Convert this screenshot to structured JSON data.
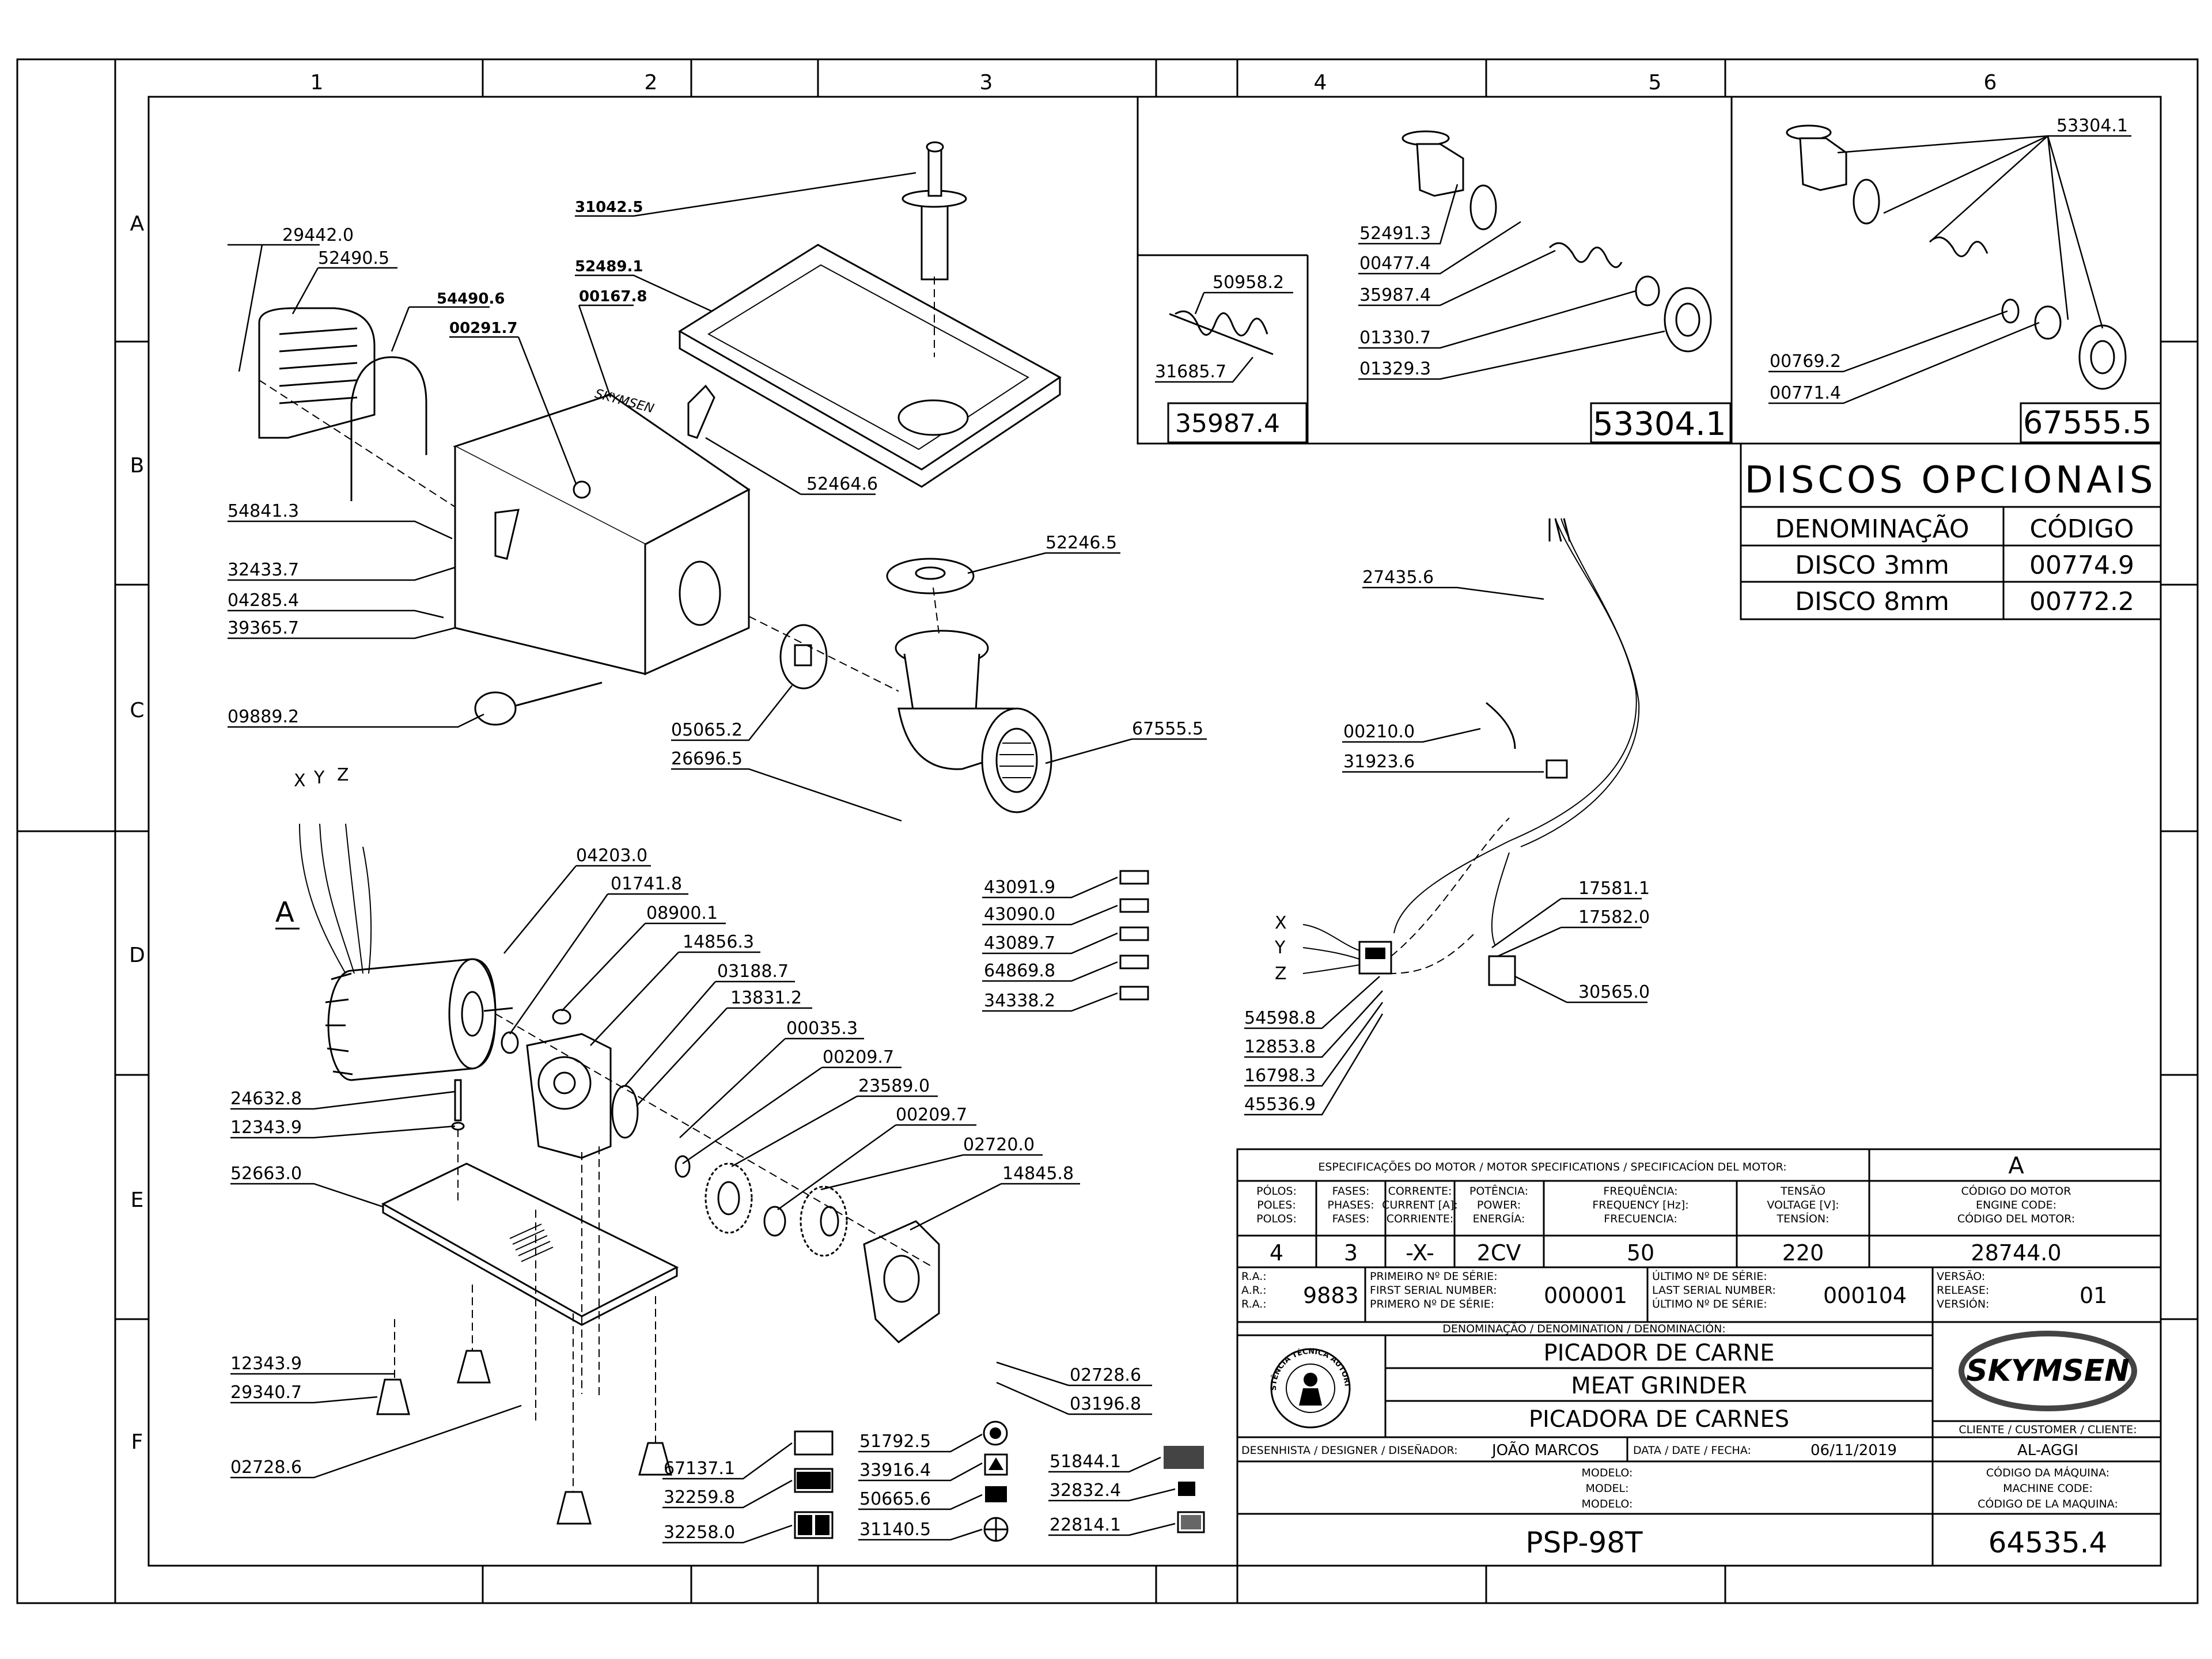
{
  "frame": {
    "columns": [
      "1",
      "2",
      "3",
      "4",
      "5",
      "6"
    ],
    "rows": [
      "A",
      "B",
      "C",
      "D",
      "E",
      "F"
    ]
  },
  "labels": {
    "main": [
      "29442.0",
      "52490.5",
      "54490.6",
      "00291.7",
      "31042.5",
      "52489.1",
      "00167.8",
      "52464.6",
      "54841.3",
      "32433.7",
      "04285.4",
      "39365.7",
      "09889.2",
      "52246.5",
      "05065.2",
      "26696.5",
      "67555.5",
      "04203.0",
      "01741.8",
      "08900.1",
      "14856.3",
      "03188.7",
      "13831.2",
      "00035.3",
      "00209.7",
      "23589.0",
      "00209.7",
      "02720.0",
      "14845.8",
      "24632.8",
      "12343.9",
      "52663.0",
      "12343.9",
      "29340.7",
      "02728.6",
      "02728.6",
      "03196.8"
    ],
    "labels_panel": [
      "43091.9",
      "43090.0",
      "43089.7",
      "64869.8",
      "34338.2"
    ],
    "stickers": [
      "67137.1",
      "32259.8",
      "32258.0",
      "51792.5",
      "33916.4",
      "50665.6",
      "31140.5",
      "51844.1",
      "32832.4",
      "22814.1"
    ],
    "electrical": [
      "27435.6",
      "00210.0",
      "31923.6",
      "17581.1",
      "17582.0",
      "30565.0",
      "54598.8",
      "12853.8",
      "16798.3",
      "45536.9"
    ],
    "wires": [
      "X",
      "Y",
      "Z"
    ],
    "motor_letter": "A"
  },
  "insets": {
    "screw_single": {
      "labels": [
        "50958.2",
        "31685.7"
      ],
      "code": "35987.4"
    },
    "assembly_53304": {
      "labels": [
        "52491.3",
        "00477.4",
        "35987.4",
        "01330.7",
        "01329.3"
      ],
      "code": "53304.1"
    },
    "assembly_67555": {
      "labels": [
        "53304.1",
        "00769.2",
        "00771.4"
      ],
      "code": "67555.5"
    }
  },
  "discos": {
    "title": "DISCOS OPCIONAIS",
    "col_name": "DENOMINAÇÃO",
    "col_code": "CÓDIGO",
    "rows": [
      {
        "name": "DISCO 3mm",
        "code": "00774.9"
      },
      {
        "name": "DISCO 8mm",
        "code": "00772.2"
      }
    ]
  },
  "title_block": {
    "motor_spec_header": "ESPECIFICAÇÕES DO MOTOR / MOTOR SPECIFICATIONS / SPECIFICACÍON DEL MOTOR:",
    "motor_letter": "A",
    "poles_label": [
      "PÓLOS:",
      "POLES:",
      "POLOS:"
    ],
    "phases_label": [
      "FASES:",
      "PHASES:",
      "FASES:"
    ],
    "current_label": [
      "CORRENTE:",
      "CURRENT [A]:",
      "CORRIENTE:"
    ],
    "power_label": [
      "POTÊNCIA:",
      "POWER:",
      "ENERGÍA:"
    ],
    "freq_label": [
      "FREQUÊNCIA:",
      "FREQUENCY [Hz]:",
      "FRECUENCIA:"
    ],
    "voltage_label": [
      "TENSÃO",
      "VOLTAGE [V]:",
      "TENSÍON:"
    ],
    "engine_code_label": [
      "CÓDIGO DO MOTOR",
      "ENGINE CODE:",
      "CÓDIGO DEL MOTOR:"
    ],
    "poles": "4",
    "phases": "3",
    "current": "-X-",
    "power": "2CV",
    "frequency": "50",
    "voltage": "220",
    "engine_code": "28744.0",
    "ra_label": [
      "R.A.:",
      "A.R.:",
      "R.A.:"
    ],
    "ra": "9883",
    "first_serial_label": [
      "PRIMEIRO Nº DE SÉRIE:",
      "FIRST SERIAL NUMBER:",
      "PRIMERO Nº DE SÉRIE:"
    ],
    "first_serial": "000001",
    "last_serial_label": [
      "ÚLTIMO Nº DE SÉRIE:",
      "LAST SERIAL NUMBER:",
      "ÚLTIMO Nº DE SÉRIE:"
    ],
    "last_serial": "000104",
    "version_label": [
      "VERSÃO:",
      "RELEASE:",
      "VERSIÓN:"
    ],
    "version": "01",
    "denomination_header": "DENOMINAÇÃO / DENOMINATION / DENOMINACIÓN:",
    "name_pt": "PICADOR DE CARNE",
    "name_en": "MEAT GRINDER",
    "name_es": "PICADORA DE CARNES",
    "brand": "SKYMSEN",
    "seal_text": "ASSISTÊNCIA TÉCNICA AUTORIZADA",
    "client_label": "CLIENTE / CUSTOMER / CLIENTE:",
    "client": "AL-AGGI",
    "designer_label": "DESENHISTA / DESIGNER / DISEÑADOR:",
    "designer": "JOÃO MARCOS",
    "date_label": "DATA / DATE / FECHA:",
    "date": "06/11/2019",
    "model_label": [
      "MODELO:",
      "MODEL:",
      "MODELO:"
    ],
    "machine_code_label": [
      "CÓDIGO DA MÁQUINA:",
      "MACHINE CODE:",
      "CÓDIGO DE LA MAQUINA:"
    ],
    "model": "PSP-98T",
    "machine_code": "64535.4"
  }
}
